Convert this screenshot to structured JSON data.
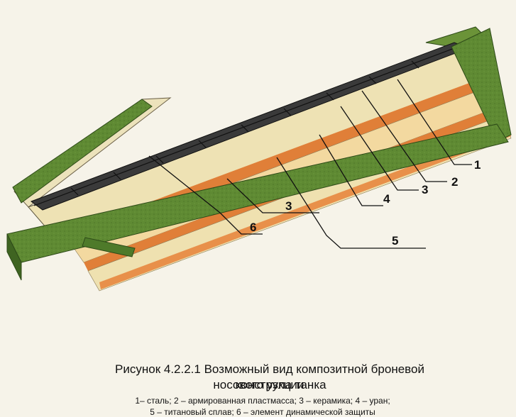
{
  "figure": {
    "caption_title": "Рисунок 4.2.2.1 Возможный вид композитной броневой конструкции",
    "caption_subtitle": "носового узла танка",
    "legend_line1": "1– сталь; 2 – армированная пластмасса; 3 – керамика; 4 – уран;",
    "legend_line2": "5 – титановый сплав; 6 – элемент динамической защиты",
    "callouts": [
      {
        "label": "1"
      },
      {
        "label": "2"
      },
      {
        "label": "3"
      },
      {
        "label": "4"
      },
      {
        "label": "3"
      },
      {
        "label": "5"
      },
      {
        "label": "6"
      }
    ],
    "colors": {
      "steel_green": "#5f8a33",
      "steel_dark": "#3f6421",
      "plastic": "#f0e3b6",
      "ceramic": "#f2d9a1",
      "uranium": "#e07f38",
      "titanium": "#efe1b0",
      "era_frame": "#2b2b2b"
    }
  }
}
